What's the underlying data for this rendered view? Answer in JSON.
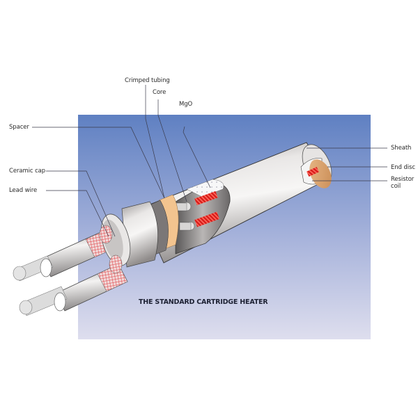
{
  "diagram": {
    "title": "THE STANDARD CARTRIDGE HEATER",
    "background": {
      "top_color": "#5f80c2",
      "bottom_color": "#dcdcec"
    },
    "labels": {
      "crimped_tubing": "Crimped tubing",
      "core": "Core",
      "mgo": "MgO",
      "spacer": "Spacer",
      "ceramic_cap": "Ceramic cap",
      "lead_wire": "Lead wire",
      "sheath": "Sheath",
      "end_disc": "End disc",
      "resistor_coil_line1": "Resistor",
      "resistor_coil_line2": "coil"
    },
    "colors": {
      "sheath": "#cfcccb",
      "spacer": "#f3c48f",
      "end_disc": "#d9a06a",
      "coil": "#e8231f",
      "leader_line": "#3a3a4a"
    }
  }
}
